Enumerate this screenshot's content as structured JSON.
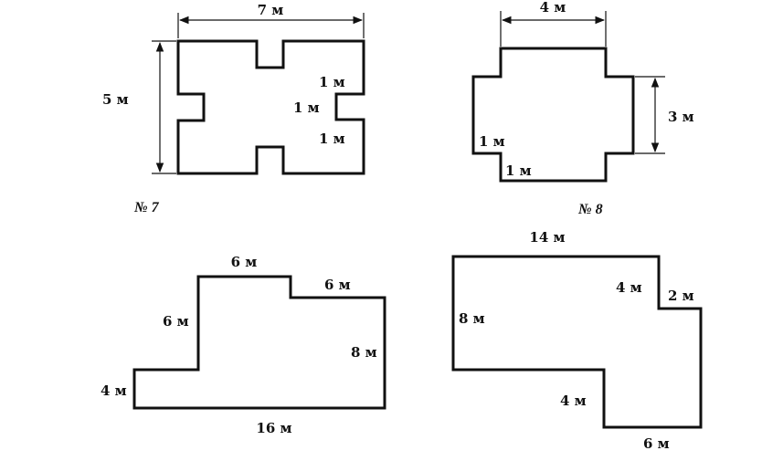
{
  "figure7": {
    "number": "№ 7",
    "width_label": "7 м",
    "height_label": "5 м",
    "notch_upper": "1 м",
    "notch_depth": "1 м",
    "notch_lower": "1 м"
  },
  "figure8": {
    "number": "№ 8",
    "width_label": "4 м",
    "height_label": "3 м",
    "step_vertical": "1 м",
    "step_horizontal": "1 м"
  },
  "figure_bl": {
    "top": "6 м",
    "step": "6 м",
    "left_upper": "6 м",
    "right": "8 м",
    "left_lower": "4 м",
    "bottom": "16 м"
  },
  "figure_br": {
    "top": "14 м",
    "inner_top": "4 м",
    "right_step": "2 м",
    "left": "8 м",
    "inner_lower": "4 м",
    "bottom": "6 м"
  }
}
